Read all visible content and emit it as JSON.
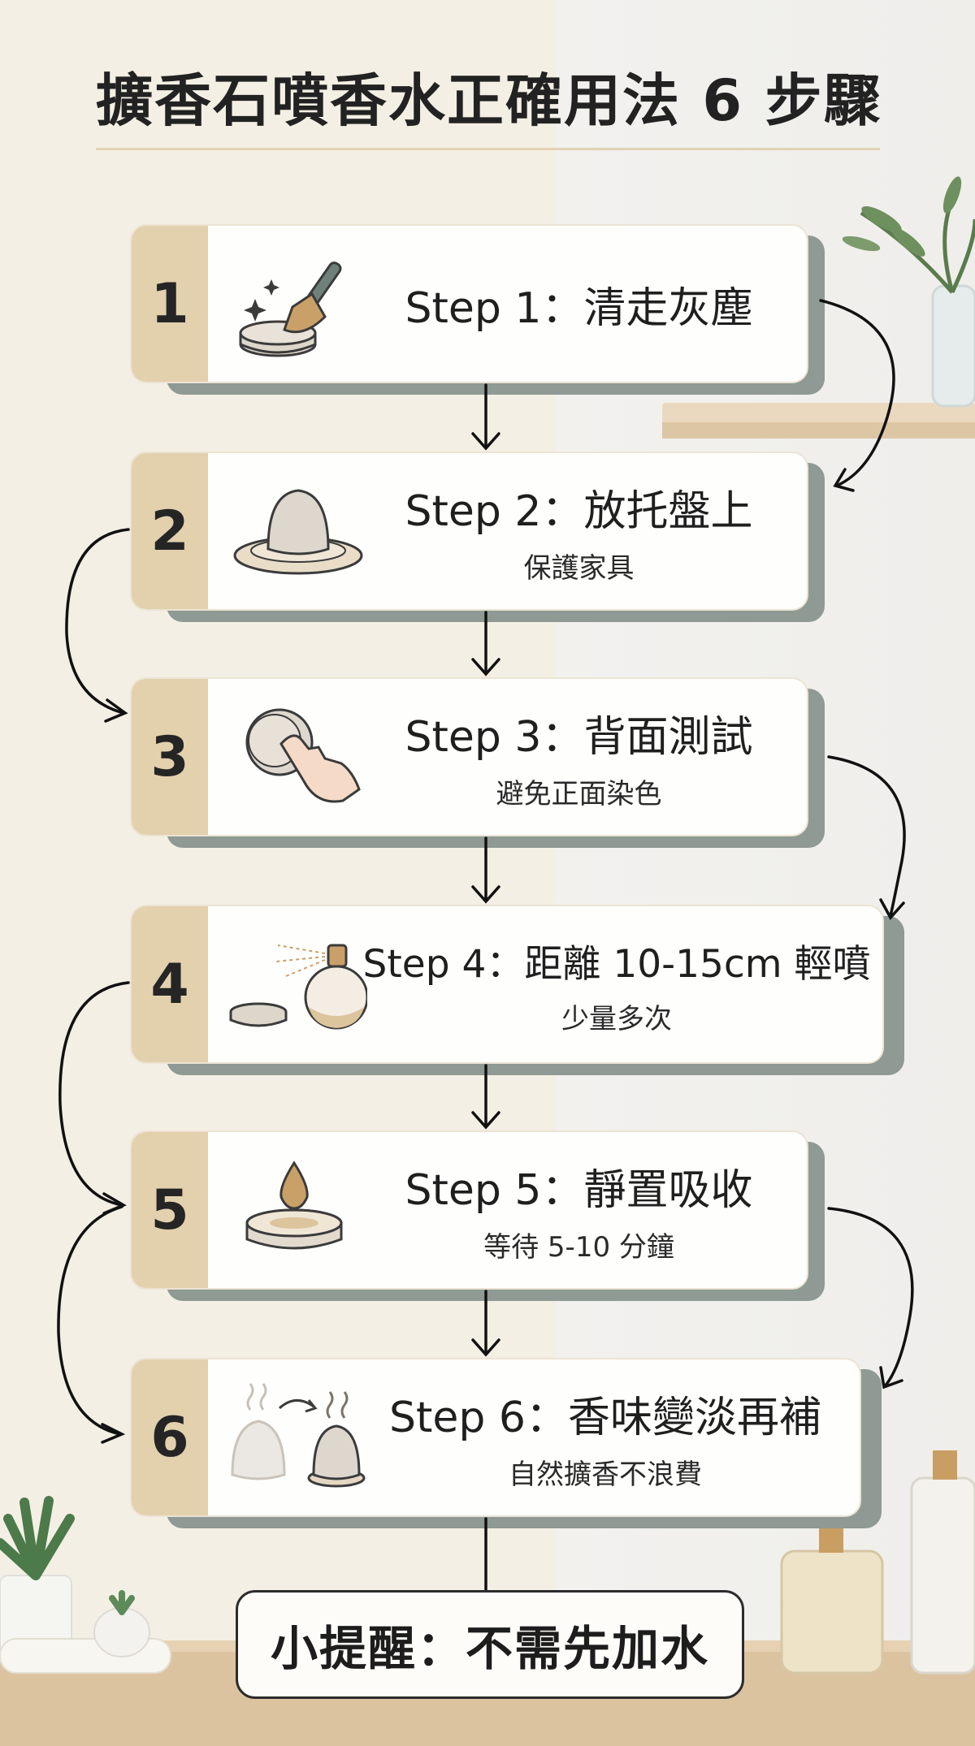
{
  "title": "擴香石噴香水正確用法 6 步驟",
  "steps": [
    {
      "number": "1",
      "title": "Step 1：清走灰塵",
      "sub": ""
    },
    {
      "number": "2",
      "title": "Step 2：放托盤上",
      "sub": "保護家具"
    },
    {
      "number": "3",
      "title": "Step 3：背面測試",
      "sub": "避免正面染色"
    },
    {
      "number": "4",
      "title": "Step 4：距離 10-15cm 輕噴",
      "sub": "少量多次"
    },
    {
      "number": "5",
      "title": "Step 5：靜置吸收",
      "sub": "等待 5-10 分鐘"
    },
    {
      "number": "6",
      "title": "Step 6：香味變淡再補",
      "sub": "自然擴香不浪費"
    }
  ],
  "tip": "小提醒：不需先加水",
  "icons": [
    "brush-stone-icon",
    "stone-on-tray-icon",
    "finger-touch-stone-icon",
    "perfume-spray-icon",
    "drop-absorb-icon",
    "refresh-scent-icon"
  ],
  "colors": {
    "number_tab": "#e3d0ad",
    "card_shadow": "#8e9a93",
    "accent_line": "#e2d2b4"
  }
}
